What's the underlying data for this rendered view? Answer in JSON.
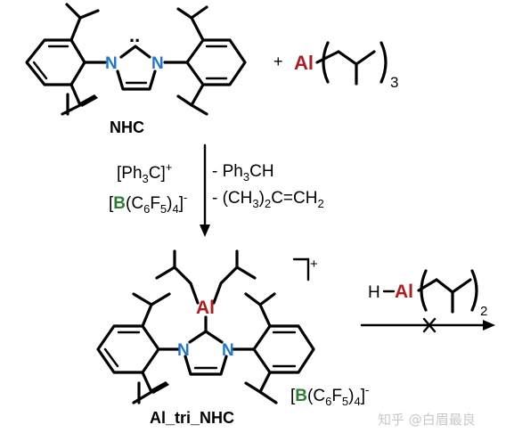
{
  "colors": {
    "nitrogen": "#1f77d4",
    "aluminum": "#b01c1c",
    "boron": "#2e7d32",
    "bond": "#000000",
    "watermark": "#c8c8c8"
  },
  "labels": {
    "nhc_name": "NHC",
    "product_name": "Al_tri_NHC",
    "plus": "+",
    "plus_charge": "+",
    "subscript_3": "3",
    "subscript_2": "2"
  },
  "atoms": {
    "n": "N",
    "al": "Al",
    "h": "H",
    "lone_pair": "..",
    "b": "B"
  },
  "reagents": {
    "trityl": "[Ph",
    "trityl_sub": "3",
    "trityl_close": "C]",
    "trityl_charge": "+",
    "borate_open": "[",
    "borate_b": "B",
    "borate_rest_1": "(C",
    "borate_sub_6": "6",
    "borate_rest_2": "F",
    "borate_sub_5": "5",
    "borate_rest_3": ")",
    "borate_sub_4": "4",
    "borate_close": "]",
    "borate_charge": "-"
  },
  "byproducts": {
    "bp1_prefix": "- Ph",
    "bp1_sub": "3",
    "bp1_suffix": "CH",
    "bp2_prefix": "- (CH",
    "bp2_sub1": "3",
    "bp2_mid": ")",
    "bp2_sub2": "2",
    "bp2_suffix": "C=CH",
    "bp2_sub3": "2"
  },
  "watermark": "知乎 @白眉最良",
  "reaction_arrow_blocked": true
}
